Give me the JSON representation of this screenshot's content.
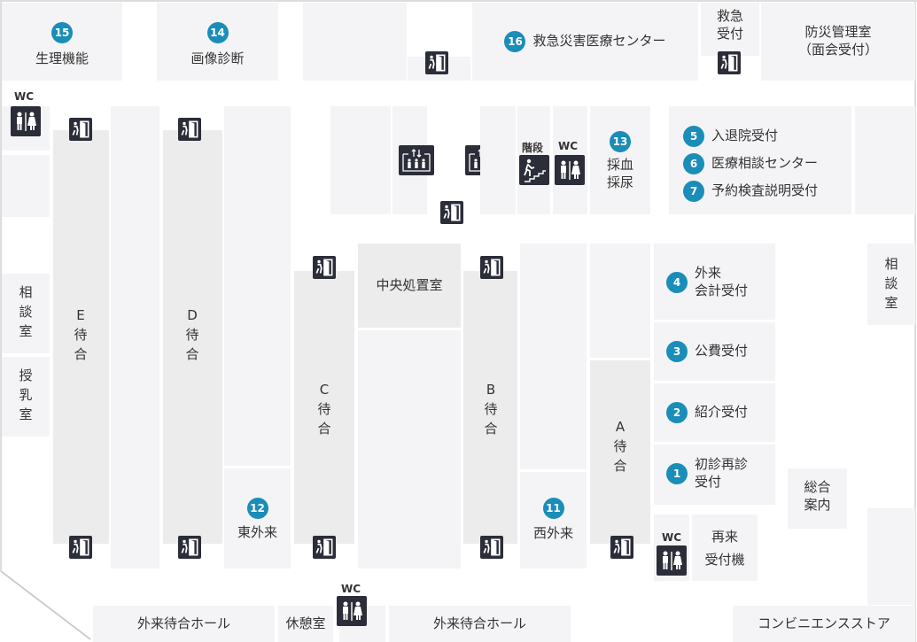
{
  "map": {
    "accent_color": "#1a8db8",
    "icon_color": "#2b2d38",
    "top": {
      "physio": {
        "num": "15",
        "label": "生理機能"
      },
      "imaging": {
        "num": "14",
        "label": "画像診断"
      },
      "emergency_center": {
        "num": "16",
        "label": "救急災害医療センター"
      },
      "emergency_reception": {
        "line1": "救急",
        "line2": "受付"
      },
      "disaster_room": {
        "line1": "防災管理室",
        "line2": "（面会受付）"
      }
    },
    "middle": {
      "wc_label": "WC",
      "stairs_label": "階段",
      "blood": {
        "num": "13",
        "line1": "採血",
        "line2": "採尿"
      },
      "desks": [
        {
          "num": "5",
          "label": "入退院受付"
        },
        {
          "num": "6",
          "label": "医療相談センター"
        },
        {
          "num": "7",
          "label": "予約検査説明受付"
        }
      ],
      "central_treatment": "中央処置室",
      "consult_left": {
        "c1": "相",
        "c2": "談",
        "c3": "室"
      },
      "nursing": {
        "c1": "授",
        "c2": "乳",
        "c3": "室"
      },
      "consult_right": {
        "c1": "相",
        "c2": "談",
        "c3": "室"
      },
      "waiting_e": {
        "letter": "E",
        "c1": "待",
        "c2": "合"
      },
      "waiting_d": {
        "letter": "D",
        "c1": "待",
        "c2": "合"
      },
      "waiting_c": {
        "letter": "C",
        "c1": "待",
        "c2": "合"
      },
      "waiting_b": {
        "letter": "B",
        "c1": "待",
        "c2": "合"
      },
      "waiting_a": {
        "letter": "A",
        "c1": "待",
        "c2": "合"
      },
      "east_outpatient": {
        "num": "12",
        "label": "東外来"
      },
      "west_outpatient": {
        "num": "11",
        "label": "西外来"
      },
      "counters": [
        {
          "num": "4",
          "line1": "外来",
          "line2": "会計受付"
        },
        {
          "num": "3",
          "line1": "公費受付",
          "line2": ""
        },
        {
          "num": "2",
          "line1": "紹介受付",
          "line2": ""
        },
        {
          "num": "1",
          "line1": "初診再診",
          "line2": "受付"
        }
      ],
      "info": {
        "line1": "総合",
        "line2": "案内"
      },
      "kiosk": {
        "line1": "再来",
        "line2": "受付機"
      }
    },
    "bottom": {
      "hall_left": "外来待合ホール",
      "rest_room": "休憩室",
      "hall_right": "外来待合ホール",
      "convenience": "コンビニエンスストア"
    }
  }
}
